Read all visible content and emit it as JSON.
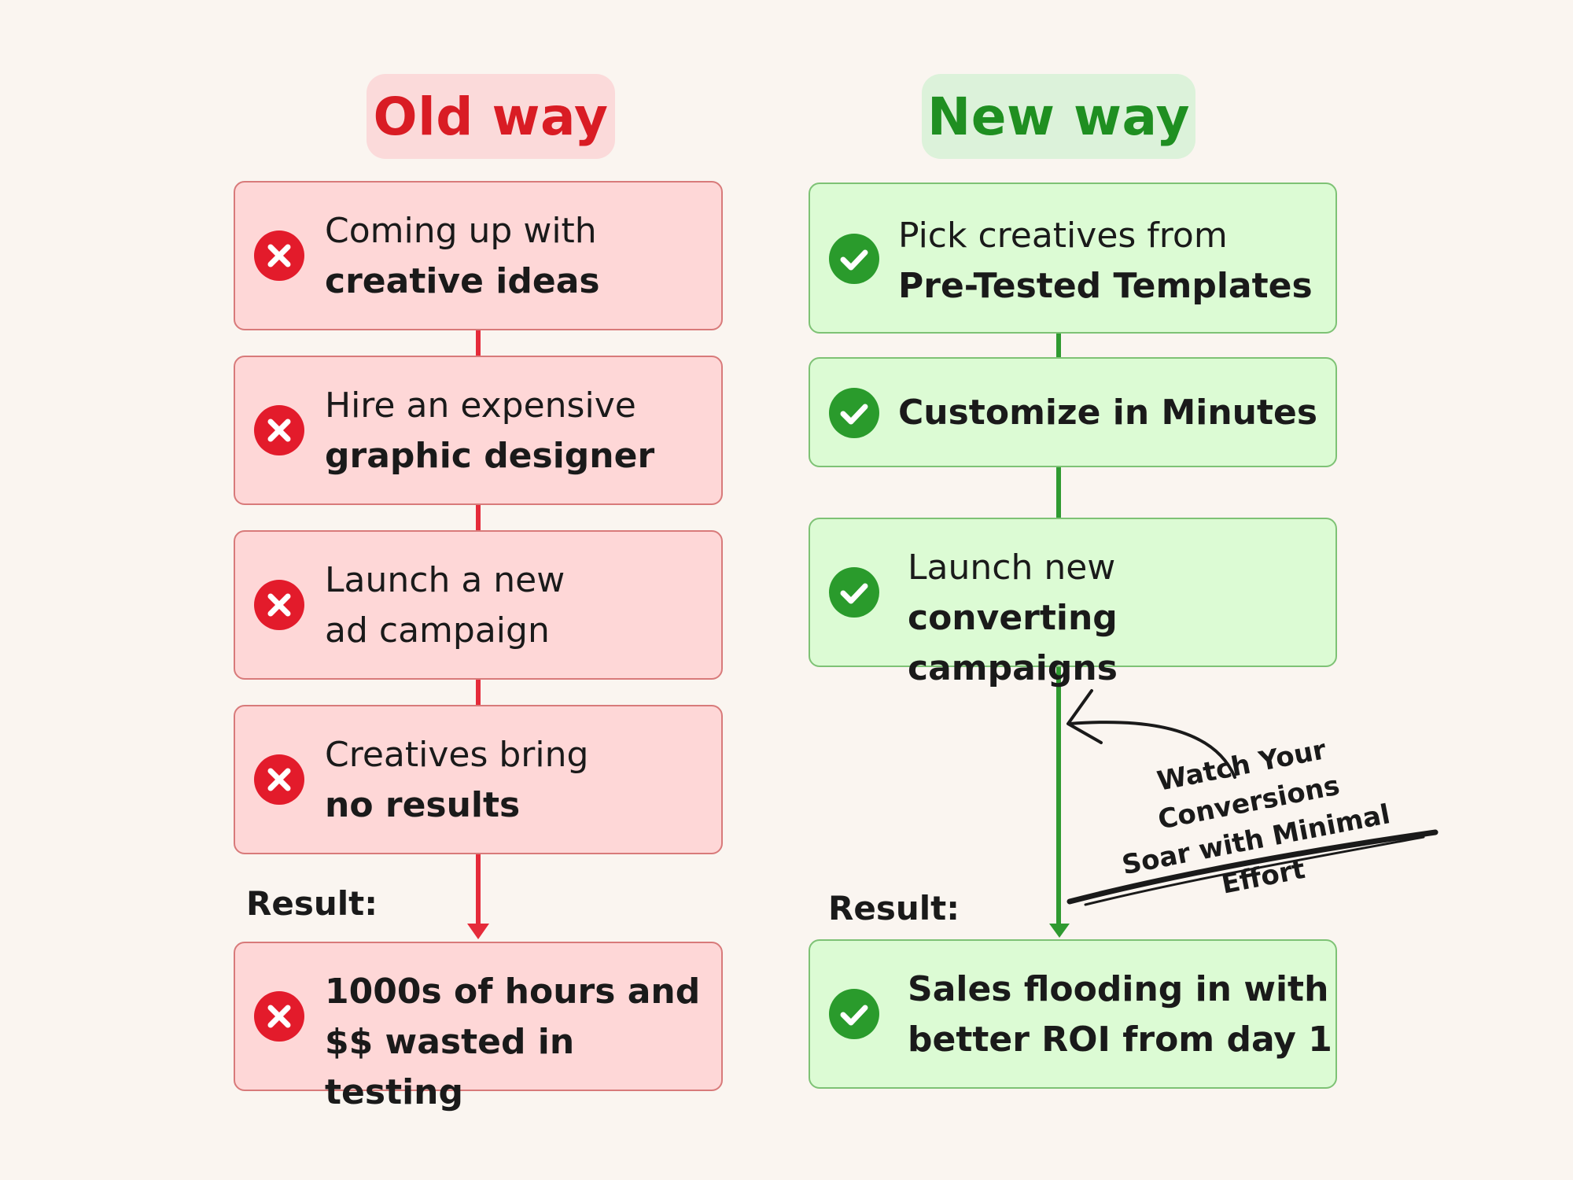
{
  "old_way": {
    "heading": "Old way",
    "steps": [
      {
        "line1": "Coming up with",
        "line2": "creative ideas"
      },
      {
        "line1": "Hire an expensive",
        "line2": "graphic designer"
      },
      {
        "line1": "Launch a new",
        "line2": "ad campaign"
      },
      {
        "line1": "Creatives bring",
        "line2": "no results"
      }
    ],
    "result_label": "Result:",
    "result": {
      "line1": "1000s of hours and",
      "line2": "$$ wasted in testing"
    }
  },
  "new_way": {
    "heading": "New way",
    "steps": [
      {
        "line1": "Pick creatives from",
        "line2": "Pre-Tested Templates"
      },
      {
        "line1": "Customize in Minutes"
      },
      {
        "line1_plain": "Launch new",
        "line1_bold": "converting",
        "line2": "campaigns"
      }
    ],
    "result_label": "Result:",
    "result": {
      "line1": "Sales flooding in with",
      "line2": "better ROI from day 1"
    }
  },
  "annotation": {
    "line1": "Watch Your Conversions",
    "line2": "Soar with Minimal Effort"
  },
  "colors": {
    "background": "#faf5f0",
    "old_accent": "#d91c24",
    "old_card": "#fed7d7",
    "new_accent": "#1f8f21",
    "new_card": "#dcfbd4"
  },
  "icons": {
    "old": "x-circle-icon",
    "new": "check-circle-icon"
  }
}
